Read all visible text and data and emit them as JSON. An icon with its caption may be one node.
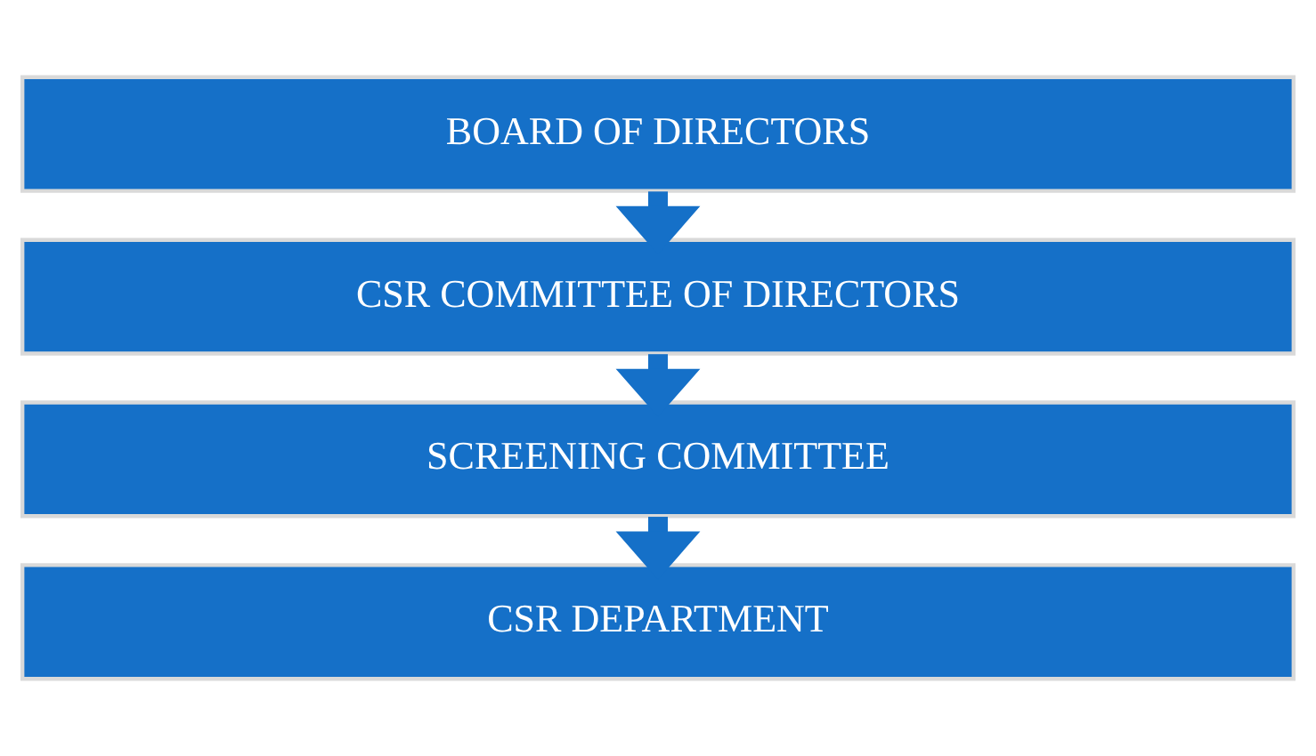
{
  "diagram": {
    "nodes": [
      {
        "text": [
          "BOARD OF DIRECTORS"
        ]
      },
      {
        "text": [
          "CSR COMMITTEE OF DIRECTORS"
        ]
      },
      {
        "text": [
          "SCREENING COMMITTEE"
        ]
      },
      {
        "text": [
          "CSR DEPARTMENT"
        ]
      }
    ],
    "edges": [
      {
        "from": 0,
        "to": 1,
        "arrow": "to"
      },
      {
        "from": 1,
        "to": 2,
        "arrow": "to"
      },
      {
        "from": 2,
        "to": 3,
        "arrow": "to"
      }
    ]
  }
}
